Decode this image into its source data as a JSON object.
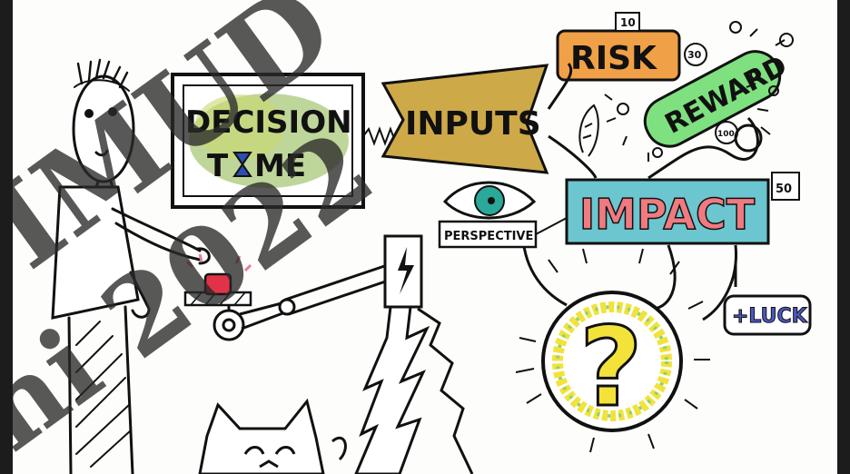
{
  "illustration": {
    "decision_line1": "DECISION",
    "decision_t": "T",
    "decision_me": "ME",
    "inputs": "INPUTS",
    "risk": "RISK",
    "reward": "REWARD",
    "impact": "IMPACT",
    "perspective": "PERSPECTIVE",
    "luck": "+LUCK",
    "question": "?",
    "num_10": "10",
    "num_30": "30",
    "num_50": "50",
    "num_100": "100"
  },
  "watermark": {
    "line1": "IMUD",
    "line2": "ni 2022"
  },
  "colors": {
    "risk_fill": "#f0a046",
    "reward_fill": "#7ee07e",
    "impact_fill": "#6cc6d0",
    "impact_text": "#f07a80",
    "inputs_fill": "#cda948",
    "decision_wash": "#a9c879",
    "button_red": "#e0334a",
    "eye_teal": "#2aa89a",
    "question_yellow": "#f2e23a"
  }
}
